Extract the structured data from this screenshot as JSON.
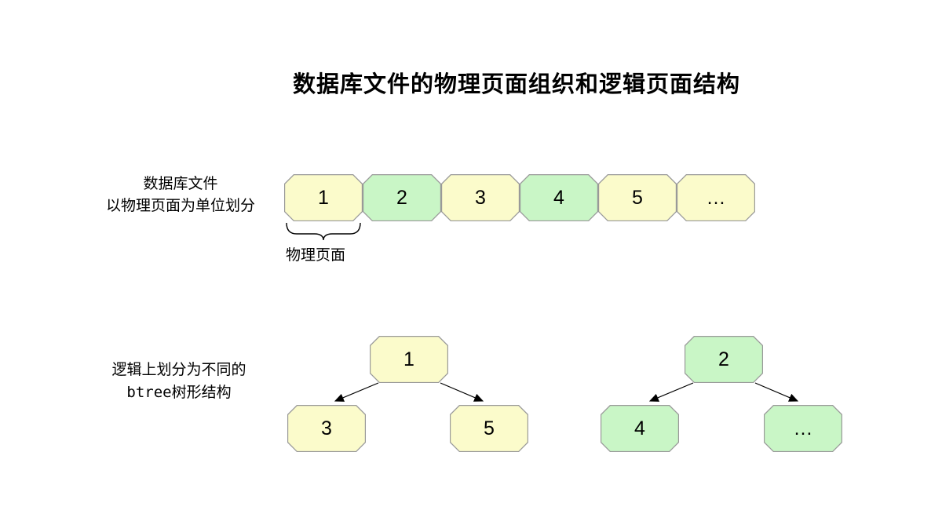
{
  "title": "数据库文件的物理页面组织和逻辑页面结构",
  "colors": {
    "yellow": "#fbfbcb",
    "green": "#c9f6c6",
    "border": "#999999"
  },
  "physical": {
    "label_line1": "数据库文件",
    "label_line2": "以物理页面为单位划分",
    "brace_label": "物理页面",
    "pages": [
      {
        "label": "1",
        "color": "yellow"
      },
      {
        "label": "2",
        "color": "green"
      },
      {
        "label": "3",
        "color": "yellow"
      },
      {
        "label": "4",
        "color": "green"
      },
      {
        "label": "5",
        "color": "yellow"
      },
      {
        "label": "…",
        "color": "yellow"
      }
    ]
  },
  "logical": {
    "label_line1": "逻辑上划分为不同的",
    "label_line2_mono": "btree",
    "label_line2_rest": "树形结构",
    "trees": [
      {
        "color": "yellow",
        "root": "1",
        "children": [
          "3",
          "5"
        ]
      },
      {
        "color": "green",
        "root": "2",
        "children": [
          "4",
          "…"
        ]
      }
    ]
  }
}
